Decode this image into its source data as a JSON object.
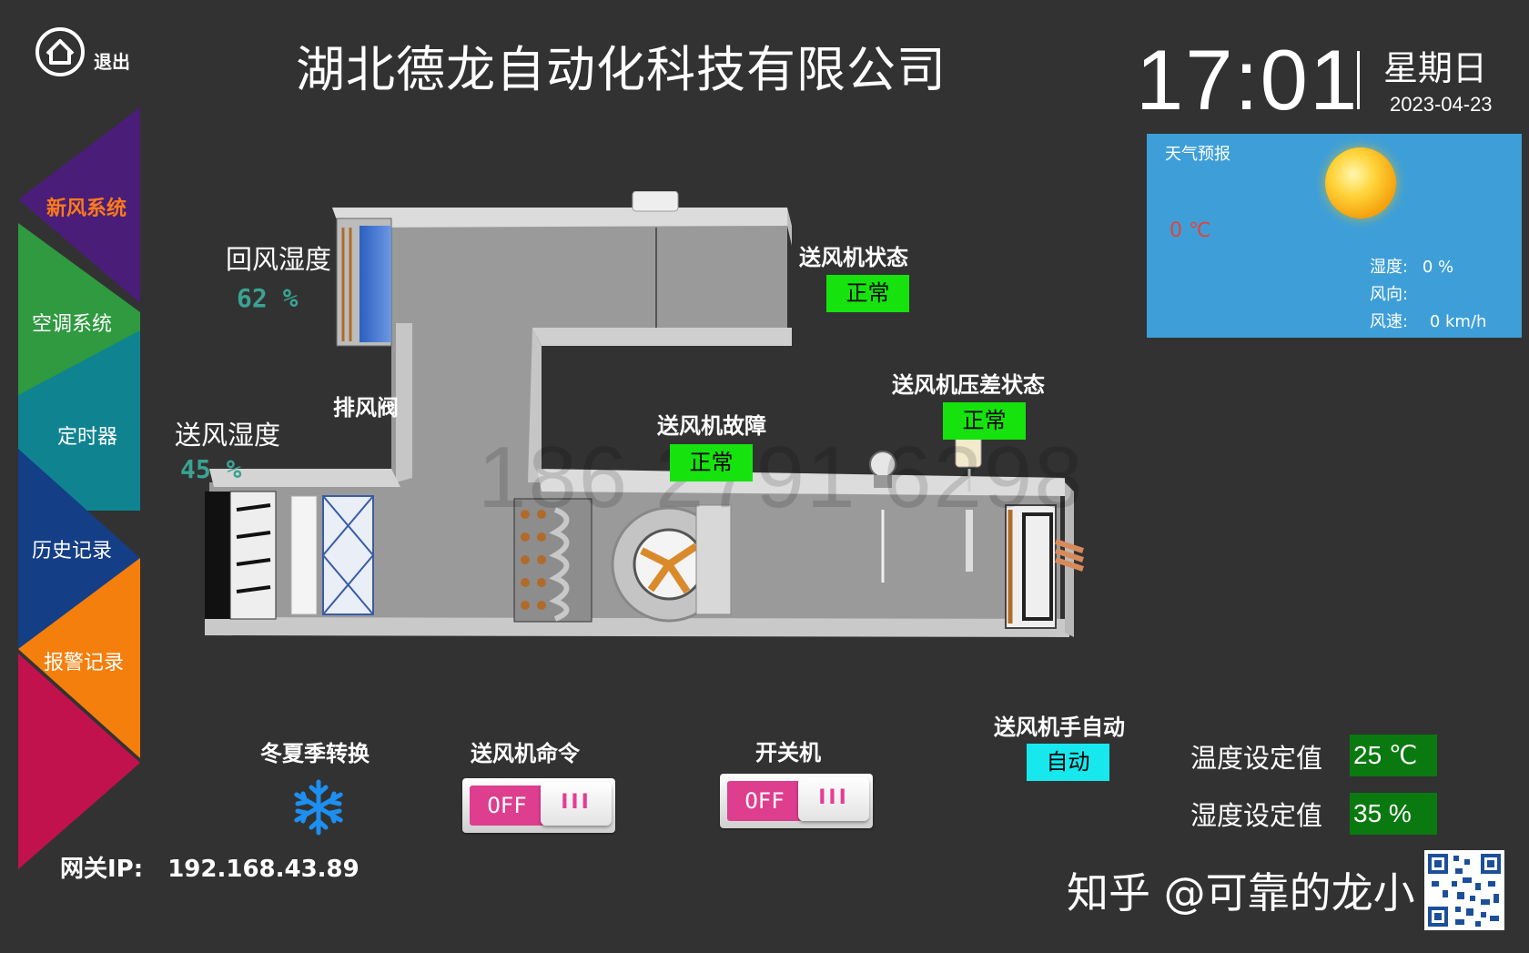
{
  "header": {
    "company": "湖北德龙自动化科技有限公司",
    "exit_label": "退出",
    "time": "17:01",
    "weekday": "星期日",
    "date": "2023-04-23"
  },
  "weather": {
    "title": "天气预报",
    "temperature": "0 ℃",
    "humidity_label": "湿度:",
    "humidity_value": "0 %",
    "wind_dir_label": "风向:",
    "wind_dir_value": "",
    "wind_speed_label": "风速:",
    "wind_speed_value": "0 km/h",
    "icon": "sun-icon"
  },
  "nav": {
    "items": [
      {
        "label": "新风系统",
        "color": "#4a1e78",
        "label_color": "#ff7a1a",
        "active": true
      },
      {
        "label": "空调系统",
        "color": "#2f9a3f"
      },
      {
        "label": "定时器",
        "color": "#0f8490"
      },
      {
        "label": "历史记录",
        "color": "#143e86"
      },
      {
        "label": "报警记录",
        "color": "#f57f0c"
      },
      {
        "label": "",
        "color": "#c2124e"
      }
    ]
  },
  "process": {
    "return_humidity_label": "回风湿度",
    "return_humidity_value": "62 %",
    "exhaust_damper_label": "排风阀",
    "supply_humidity_label": "送风湿度",
    "supply_humidity_value": "45 %",
    "fan_status_label": "送风机状态",
    "fan_status_value": "正常",
    "fan_fault_label": "送风机故障",
    "fan_fault_value": "正常",
    "fan_dp_label": "送风机压差状态",
    "fan_dp_value": "正常",
    "watermark": "186 2791 6298"
  },
  "controls": {
    "season_label": "冬夏季转换",
    "season_icon": "snowflake-icon",
    "fan_cmd_label": "送风机命令",
    "fan_cmd_state": "OFF",
    "fan_cmd_knob": "III",
    "power_label": "开关机",
    "power_state": "OFF",
    "power_knob": "III",
    "fan_mode_label": "送风机手自动",
    "fan_mode_value": "自动",
    "temp_set_label": "温度设定值",
    "temp_set_value": "25 ℃",
    "hum_set_label": "湿度设定值",
    "hum_set_value": "35 %"
  },
  "footer": {
    "gateway_label": "网关IP:",
    "gateway_value": "192.168.43.89",
    "zhihu": "知乎 @可靠的龙小"
  },
  "colors": {
    "background": "#323232",
    "status_green": "#16e30e",
    "mode_cyan": "#17e8ee",
    "setpoint_green": "#0a7a10",
    "teal_value": "#3aa391",
    "weather_blue": "#3e9fd8"
  }
}
